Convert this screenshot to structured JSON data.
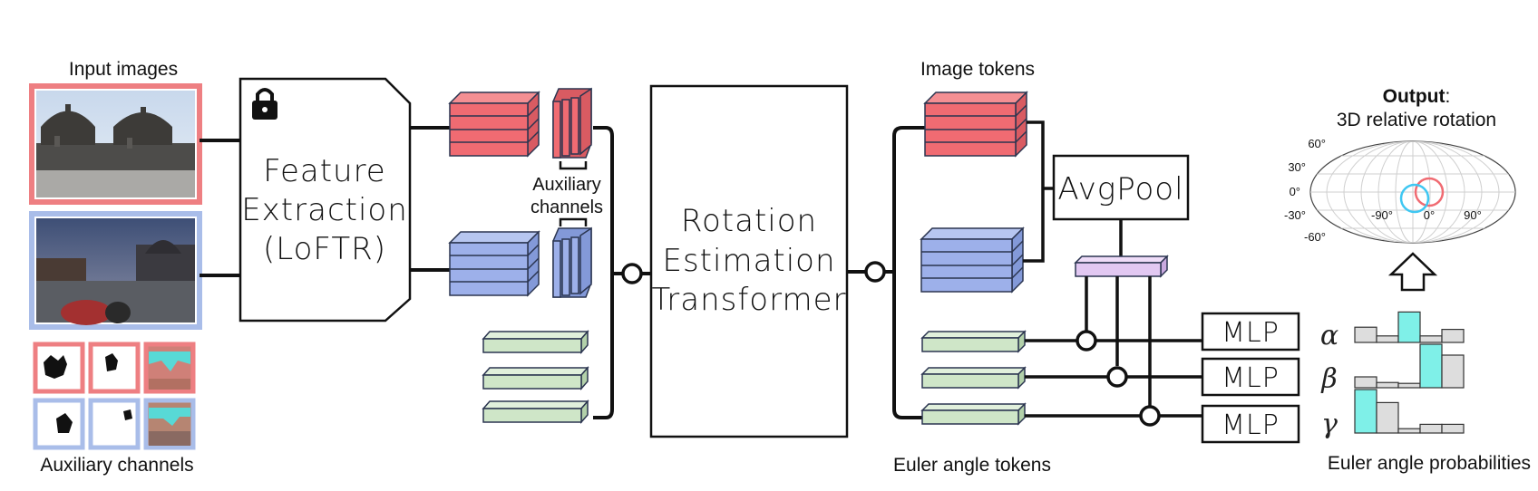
{
  "title_input": "Input images",
  "feature_extraction": {
    "line1": "Feature",
    "line2": "Extraction",
    "line3": "(LoFTR)"
  },
  "auxiliary_channels_mid": {
    "line1": "Auxiliary",
    "line2": "channels"
  },
  "auxiliary_channels_bottom": "Auxiliary channels",
  "transformer": {
    "line1": "Rotation",
    "line2": "Estimation",
    "line3": "Transformer"
  },
  "image_tokens": "Image tokens",
  "avgpool": "AvgPool",
  "mlp_labels": [
    "MLP",
    "MLP",
    "MLP"
  ],
  "euler_tokens": "Euler angle tokens",
  "euler_probs": "Euler angle probabilities",
  "output": {
    "bold": "Output",
    "colon": ":",
    "subtitle": "3D relative rotation"
  },
  "globe": {
    "lat_ticks": [
      "60°",
      "30°",
      "0°",
      "-30°",
      "-60°"
    ],
    "lon_ticks": [
      "-90°",
      "0°",
      "90°"
    ]
  },
  "greek": [
    "α",
    "β",
    "γ"
  ],
  "histograms": [
    {
      "highlight": 2,
      "heights": [
        0.35,
        0.15,
        0.7,
        0.15,
        0.3
      ]
    },
    {
      "highlight": 3,
      "heights": [
        0.25,
        0.12,
        0.1,
        1.0,
        0.75
      ]
    },
    {
      "highlight": 0,
      "heights": [
        1.0,
        0.7,
        0.1,
        0.2,
        0.2
      ]
    }
  ],
  "colors": {
    "red": "#f06b72",
    "blue": "#9db0ea",
    "green": "#cfe6c8",
    "cyan": "#7ff0e8",
    "purple": "#e2c8f2",
    "frame_red": "#ee7f82",
    "frame_blue": "#a9bde9",
    "gray": "#dddddd"
  }
}
